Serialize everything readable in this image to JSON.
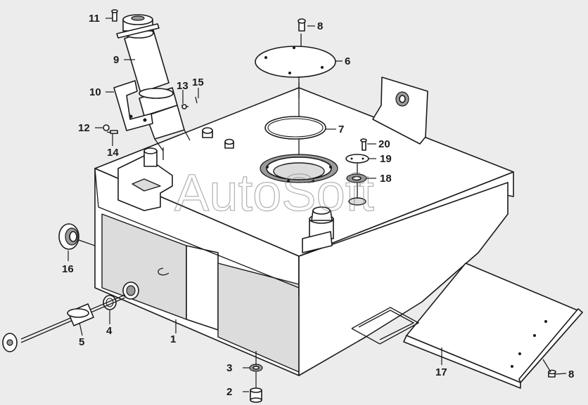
{
  "watermark": "AutoSoft",
  "callouts": [
    "1",
    "2",
    "3",
    "4",
    "5",
    "6",
    "7",
    "8",
    "8",
    "9",
    "10",
    "11",
    "12",
    "13",
    "14",
    "15",
    "16",
    "17",
    "18",
    "19",
    "20"
  ]
}
